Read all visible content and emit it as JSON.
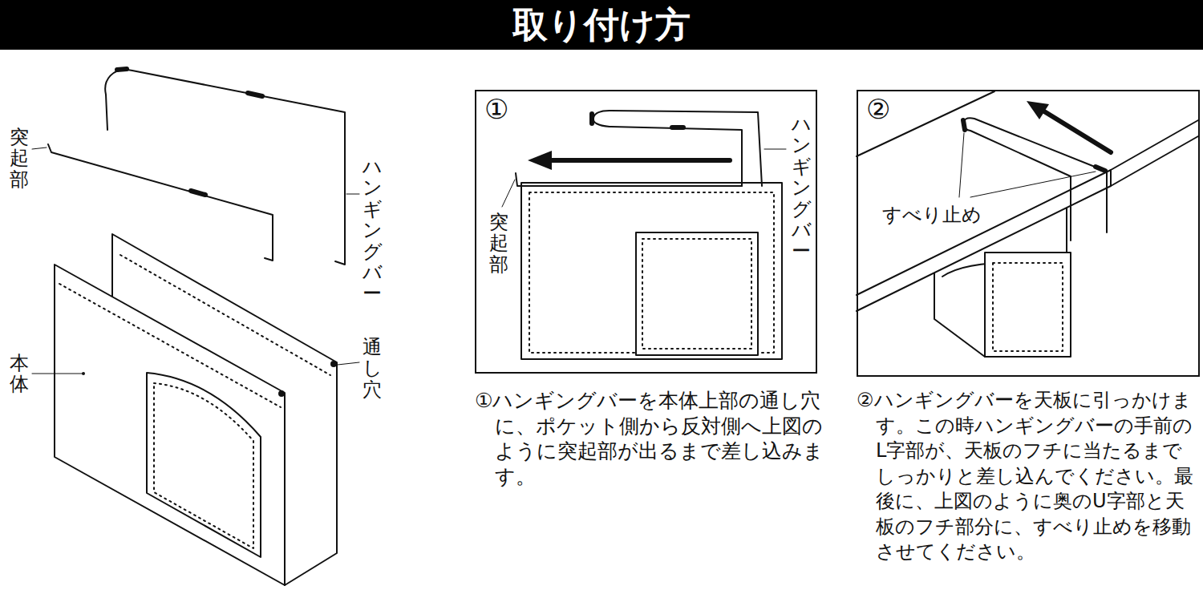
{
  "diagram": {
    "title": "取り付け方",
    "nodes": [
      {
        "text": [
          "①",
          "ハンギングバー",
          "突起部"
        ]
      },
      {
        "text": [
          "②",
          "すべり止め"
        ]
      }
    ],
    "labels": [
      "突起部",
      "ハンギングバー",
      "本体",
      "通し穴",
      "①ハンギングバーを本体上部の通し穴に、ポケット側から反対側へ上図のように突起部が出るまで差し込みます。",
      "②ハンギングバーを天板に引っかけます。この時ハンギングバーの手前のL字部が、天板のフチに当たるまでしっかりと差し込んでください。最後に、上図のように奥のU字部と天板のフチ部分に、すべり止めを移動させてください。"
    ]
  }
}
